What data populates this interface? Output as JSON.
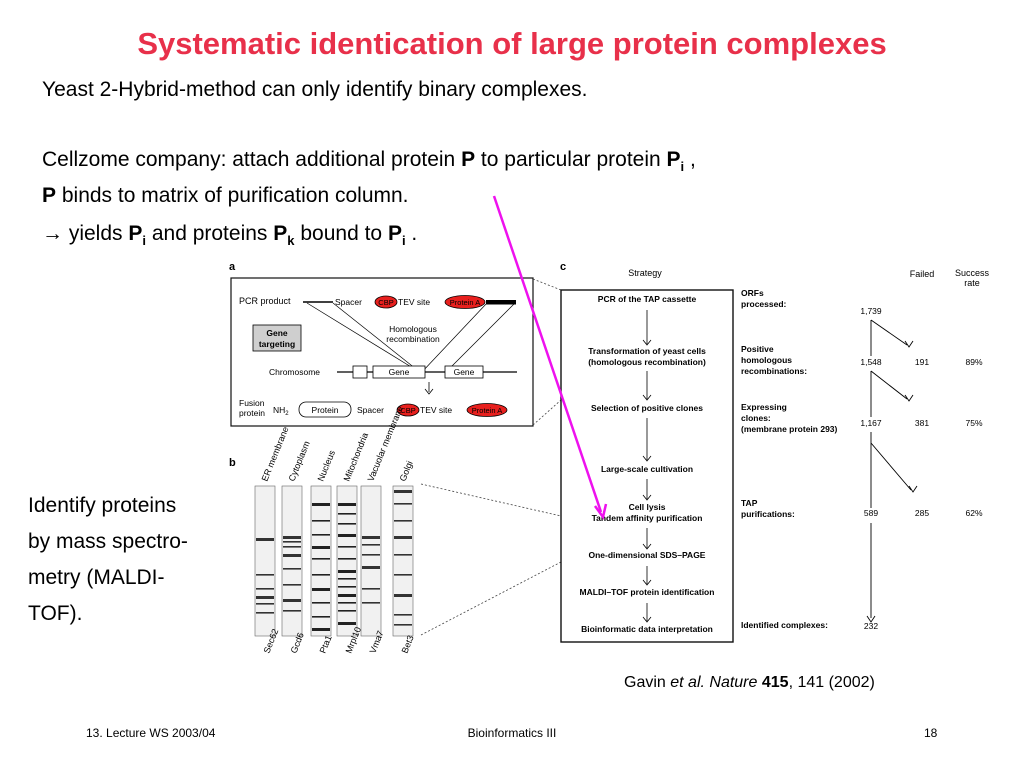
{
  "slide": {
    "title": "Systematic identication of large protein complexes",
    "line1": "Yeast 2-Hybrid-method can only identify binary complexes.",
    "line2": {
      "pre": "Cellzome company: attach additional protein ",
      "p": "P",
      "mid": " to particular protein ",
      "pi": "P",
      "pi_sub": "i",
      "post": " ,"
    },
    "line3": {
      "p": "P",
      "post": " binds to matrix of purification column."
    },
    "line4": {
      "arrow": "→",
      "a": " yields ",
      "pi": "P",
      "pi_sub": "i",
      "b": " and proteins ",
      "pk": "P",
      "pk_sub": "k",
      "c": " bound to ",
      "pi2": "P",
      "pi2_sub": "i",
      "d": " ."
    },
    "side_text": [
      "Identify proteins",
      "by mass spectro-",
      "metry (MALDI-",
      "TOF)."
    ],
    "citation": {
      "author": "Gavin ",
      "etal": "et al. Nature ",
      "vol": "415",
      "rest": ", 141 (2002)"
    },
    "footer": {
      "left": "13. Lecture WS 2003/04",
      "center": "Bioinformatics III",
      "right": "18"
    }
  },
  "figure": {
    "panel_a": {
      "label": "a",
      "pcr_product": "PCR product",
      "spacer": "Spacer",
      "cbp": "CBP",
      "tev": "TEV site",
      "protein_a": "Protein A",
      "gene_targeting": [
        "Gene",
        "targeting"
      ],
      "homologous": [
        "Homologous",
        "recombination"
      ],
      "chromosome": "Chromosome",
      "gene": "Gene",
      "fusion_protein": [
        "Fusion",
        "protein"
      ],
      "nh2": "NH",
      "nh2_sub": "2",
      "protein": "Protein"
    },
    "panel_b": {
      "label": "b",
      "lane_headers": [
        "ER membrane",
        "Cytoplasm",
        "Nucleus",
        "Mitochondria",
        "Vacuolar membrane",
        "Golgi"
      ],
      "lane_names": [
        "Sec62",
        "Gcd6",
        "Pta1",
        "Mrpl10",
        "Vma7",
        "Bet3"
      ]
    },
    "panel_c": {
      "label": "c",
      "strategy": "Strategy",
      "failed": "Failed",
      "success": [
        "Success",
        "rate"
      ],
      "steps": [
        "PCR of the TAP cassette",
        "Transformation of yeast cells",
        "(homologous recombination)",
        "Selection of positive clones",
        "Large-scale cultivation",
        "Cell lysis",
        "Tandem affinity purification",
        "One-dimensional SDS–PAGE",
        "MALDI–TOF protein identification",
        "Bioinformatic data interpretation"
      ],
      "rows": [
        {
          "label": [
            "ORFs",
            "processed:"
          ],
          "count": "1,739",
          "failed": "",
          "rate": ""
        },
        {
          "label": [
            "Positive",
            "homologous",
            "recombinations:"
          ],
          "count": "1,548",
          "failed": "191",
          "rate": "89%"
        },
        {
          "label": [
            "Expressing",
            "clones:",
            "(membrane protein 293)"
          ],
          "count": "1,167",
          "failed": "381",
          "rate": "75%"
        },
        {
          "label": [
            "TAP",
            "purifications:"
          ],
          "count": "589",
          "failed": "285",
          "rate": "62%"
        },
        {
          "label": [
            "Identified complexes:"
          ],
          "count": "232",
          "failed": "",
          "rate": ""
        }
      ]
    }
  },
  "colors": {
    "title": "#e8304a",
    "arrow": "#ee11ee",
    "tag_red": "#e8201e"
  }
}
